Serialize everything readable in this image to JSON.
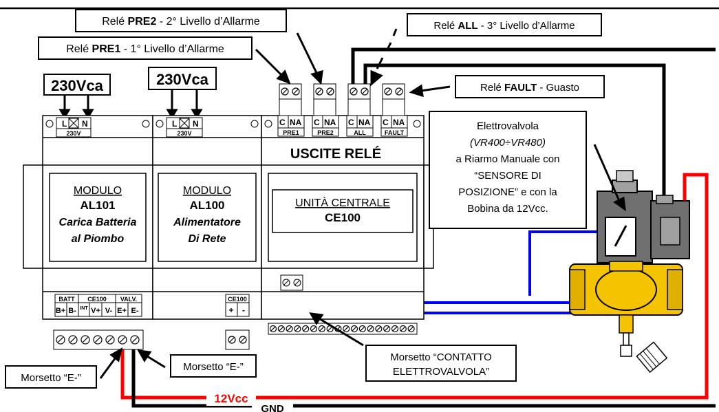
{
  "callouts": {
    "pre1": {
      "prefix": "Relé ",
      "name": "PRE1",
      "suffix": " - 1° Livello d’Allarme"
    },
    "pre2": {
      "prefix": "Relé ",
      "name": "PRE2",
      "suffix": " - 2° Livello d’Allarme"
    },
    "all": {
      "prefix": "Relé ",
      "name": "ALL",
      "suffix": " - 3° Livello d’Allarme"
    },
    "fault": {
      "prefix": "Relé ",
      "name": "FAULT",
      "suffix": " - Guasto"
    },
    "valve": [
      "Elettrovalvola",
      "(VR400÷VR480)",
      "a Riarmo Manuale con",
      "“SENSORE DI",
      "POSIZIONE” e con la",
      "Bobina da 12Vcc."
    ],
    "morsetto_left": "Morsetto “E-”",
    "morsetto_mid": "Morsetto “E-”",
    "morsetto_contact": [
      "Morsetto “CONTATTO",
      "ELETTROVALVOLA”"
    ]
  },
  "power": {
    "label_1": "230Vca",
    "label_2": "230Vca",
    "term_l": "L",
    "term_n": "N",
    "term_caption": "230V"
  },
  "modules": {
    "al101": {
      "label": "MODULO",
      "name": "AL101",
      "desc_1": "Carica Batteria",
      "desc_2": "al Piombo"
    },
    "al100": {
      "label": "MODULO",
      "name": "AL100",
      "desc_1": "Alimentatore",
      "desc_2": "Di Rete"
    },
    "ce100": {
      "label": "UNITÀ CENTRALE",
      "name": "CE100"
    }
  },
  "relay_outputs": {
    "title": "USCITE RELÉ",
    "c": "C",
    "na": "NA",
    "groups": [
      "PRE1",
      "PRE2",
      "ALL",
      "FAULT"
    ]
  },
  "bottom_terminals": {
    "batt": "BATT",
    "ce100": "CE100",
    "valv": "VALV.",
    "labels": [
      "B+",
      "B-",
      "INT",
      "V+",
      "V-",
      "E+",
      "E-"
    ],
    "ce100_small": "CE100",
    "plus": "+",
    "minus": "-"
  },
  "wires": {
    "v12": "12Vcc",
    "gnd": "GND"
  },
  "colors": {
    "wire_12v": "#ff0000",
    "wire_gnd": "#000000",
    "wire_contact": "#0000ff",
    "valve_body": "#f5c400",
    "valve_coil": "#707070"
  }
}
